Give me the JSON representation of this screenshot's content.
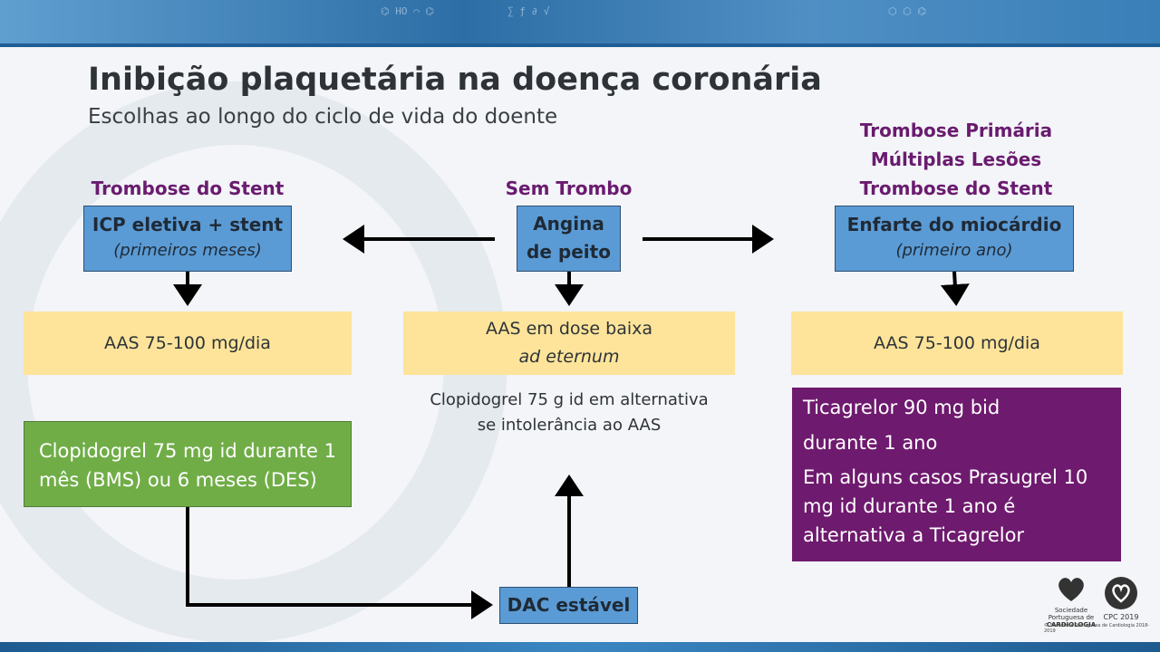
{
  "header": {
    "title": "Inibição plaquetária na doença coronária",
    "subtitle": "Escolhas ao longo do ciclo de vida do doente"
  },
  "left": {
    "heading": "Trombose do Stent",
    "box_main": "ICP eletiva + stent",
    "box_sub": "(primeiros meses)",
    "yellow": "AAS 75-100 mg/dia",
    "green": "Clopidogrel 75 mg id durante 1 mês (BMS) ou 6 meses (DES)"
  },
  "center": {
    "heading": "Sem Trombo",
    "box_line1": "Angina",
    "box_line2": "de peito",
    "yellow_line1": "AAS em dose baixa",
    "yellow_line2": "ad eternum",
    "alt_line1": "Clopidogrel 75 g id em alternativa",
    "alt_line2": "se intolerância ao AAS",
    "dac": "DAC estável"
  },
  "right": {
    "heading_line1": "Trombose Primária",
    "heading_line2": "Múltiplas Lesões",
    "heading_line3": "Trombose do Stent",
    "box_main": "Enfarte do miocárdio",
    "box_sub": "(primeiro ano)",
    "yellow": "AAS 75-100 mg/dia",
    "purple_line1": "Ticagrelor 90 mg bid",
    "purple_line2": "durante 1 ano",
    "purple_line3": "Em alguns casos Prasugrel 10 mg id durante 1 ano é alternativa a Ticagrelor"
  },
  "logos": {
    "spc_line1": "Sociedade Portuguesa de",
    "spc_line2": "CARDIOLOGIA",
    "cpc": "CPC 2019",
    "credit": "© Sociedade Portuguesa de Cardiologia 2018-2019"
  },
  "colors": {
    "heading_purple": "#6a1b6f",
    "box_blue": "#5b9bd5",
    "box_yellow": "#fde49a",
    "box_green": "#70ad47",
    "box_purple": "#6e1a6e"
  }
}
